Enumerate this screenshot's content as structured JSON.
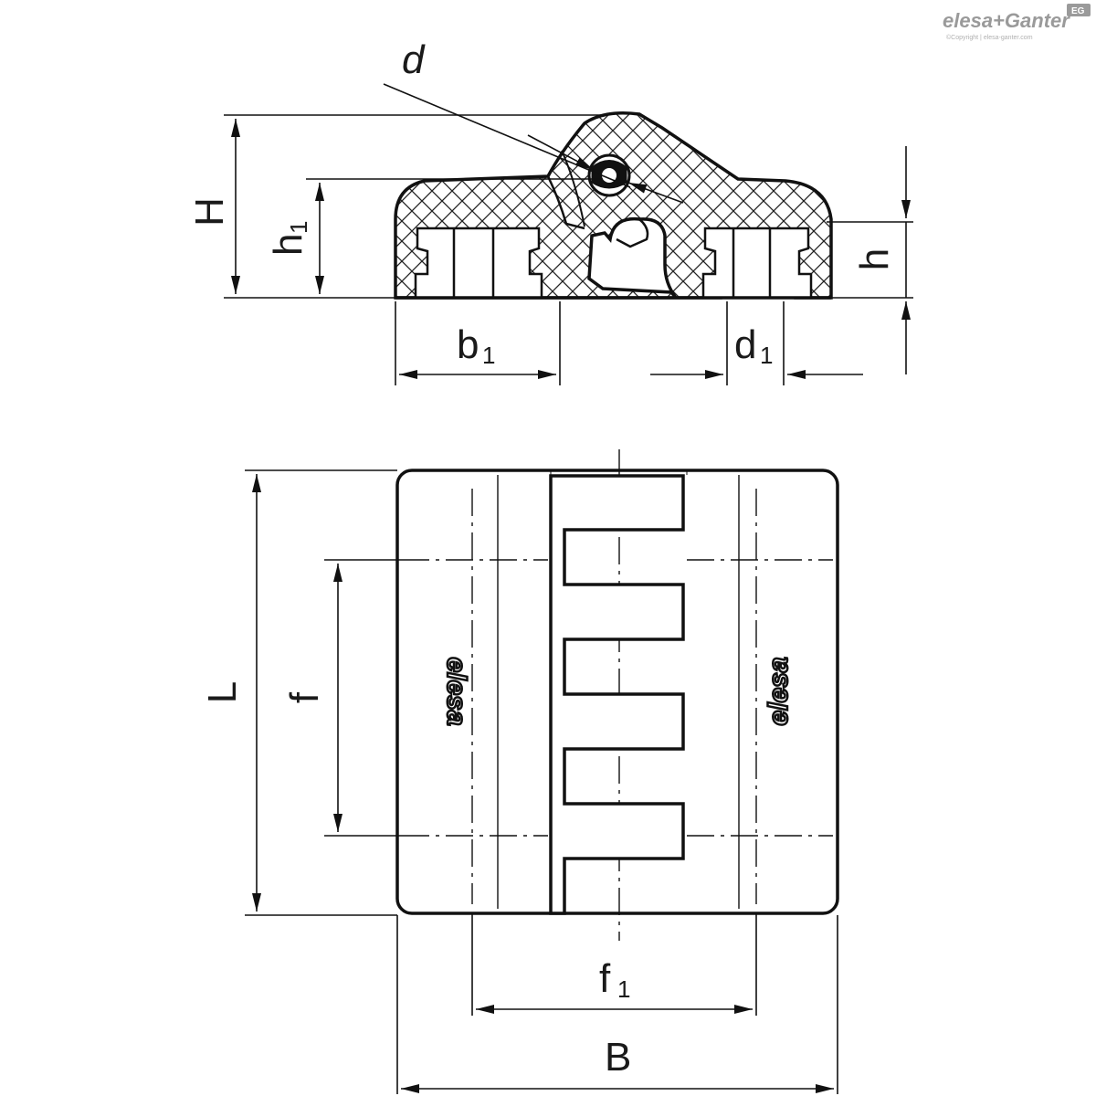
{
  "brand": {
    "name": "elesa+Ganter",
    "badge": "EG",
    "copyright": "©Copyright | elesa-ganter.com"
  },
  "dimensions": {
    "d": "d",
    "H": "H",
    "h1_main": "h",
    "h1_sub": "1",
    "h": "h",
    "b1_main": "b",
    "b1_sub": "1",
    "d1_main": "d",
    "d1_sub": "1",
    "L": "L",
    "f": "f",
    "f1_main": "f",
    "f1_sub": "1",
    "B": "B"
  },
  "part_logo": "elesa"
}
